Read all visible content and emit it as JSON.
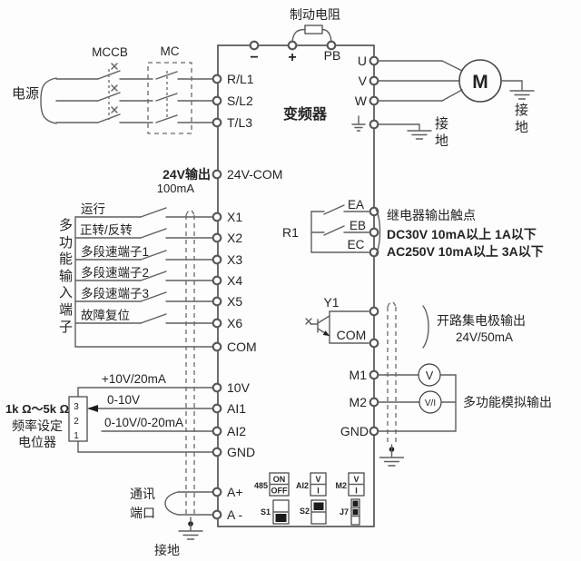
{
  "colors": {
    "wire": "#5f5f5f",
    "text": "#242424",
    "outline": "#4a4a4a",
    "background": "#fdfdfd"
  },
  "inverter_label": "变频器",
  "top": {
    "brake_resistor": "制动电阻",
    "terminals": [
      "−",
      "+",
      "PB"
    ]
  },
  "power": {
    "source": "电源",
    "mccb": "MCCB",
    "mc": "MC",
    "terminals": [
      "R/L1",
      "S/L2",
      "T/L3"
    ]
  },
  "supply24v": {
    "label_line1": "24V输出",
    "label_line2": "100mA",
    "terminal": "24V-COM"
  },
  "digital": {
    "group": "多功能输入端子",
    "functions": [
      "运行",
      "正转/反转",
      "多段速端子1",
      "多段速端子2",
      "多段速端子3",
      "故障复位"
    ],
    "terminals": [
      "X1",
      "X2",
      "X3",
      "X4",
      "X5",
      "X6",
      "COM"
    ]
  },
  "analog_in": {
    "pot_value": "1k Ω～5k Ω",
    "pot_label1": "频率设定",
    "pot_label2": "电位器",
    "pot_pins": [
      "3",
      "2",
      "1"
    ],
    "signals": [
      "+10V/20mA",
      "0-10V",
      "0-10V/0-20mA"
    ],
    "terminals": [
      "10V",
      "AI1",
      "AI2",
      "GND"
    ]
  },
  "comm": {
    "label_line1": "通讯",
    "label_line2": "端口",
    "terminals": [
      "A+",
      "A -"
    ],
    "ground": "接地"
  },
  "motor": {
    "label": "M",
    "terminals": [
      "U",
      "V",
      "W"
    ],
    "ground": "接地"
  },
  "inverter_ground": "接地",
  "relay": {
    "name": "R1",
    "terminals": [
      "EA",
      "EB",
      "EC"
    ],
    "desc": [
      "继电器输出触点",
      "DC30V  10mA以上  1A以下",
      "AC250V 10mA以上  3A以下"
    ]
  },
  "open_collector": {
    "terminals": [
      "Y1",
      "COM"
    ],
    "desc": [
      "开路集电极输出",
      "24V/50mA"
    ]
  },
  "analog_out": {
    "terminals": [
      "M1",
      "M2",
      "GND"
    ],
    "meters": [
      "V",
      "V/I"
    ],
    "desc": "多功能模拟输出"
  },
  "dip": {
    "rs485": {
      "label": "485",
      "options": [
        "ON",
        "OFF"
      ]
    },
    "ai2": {
      "label": "AI2",
      "options": [
        "V",
        "I"
      ]
    },
    "m2": {
      "label": "M2",
      "options": [
        "V",
        "I"
      ]
    },
    "s1": "S1",
    "s2": "S2",
    "j7": "J7"
  }
}
